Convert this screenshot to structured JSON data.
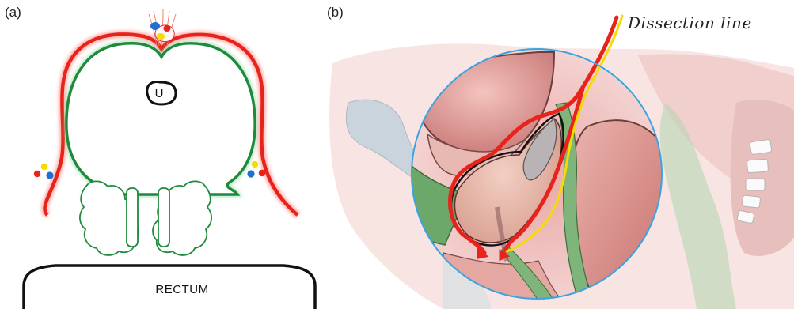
{
  "panel_a": {
    "label": "(a)",
    "urethra_label": "U",
    "rectum_label": "RECTUM"
  },
  "panel_b": {
    "label": "(b)",
    "dissection_line_label": "Dissection line"
  },
  "colors": {
    "fascia_red": "#e8231c",
    "capsule_green": "#1e8a3c",
    "nerve_yellow": "#f5dc00",
    "vessel_blue": "#1f6fd1",
    "circle_blue": "#3aa3e0"
  }
}
